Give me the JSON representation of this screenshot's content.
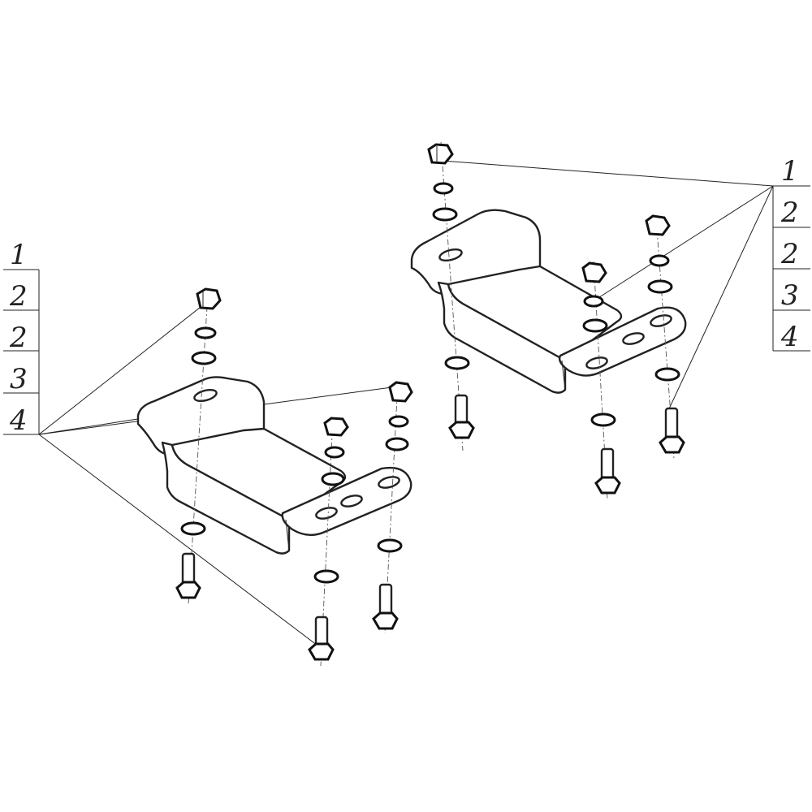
{
  "left_callouts": {
    "labels": [
      "1",
      "2",
      "2",
      "3",
      "4"
    ]
  },
  "right_callouts": {
    "labels": [
      "1",
      "2",
      "2",
      "3",
      "4"
    ]
  },
  "colors": {
    "line": "#222222",
    "background": "#ffffff"
  }
}
